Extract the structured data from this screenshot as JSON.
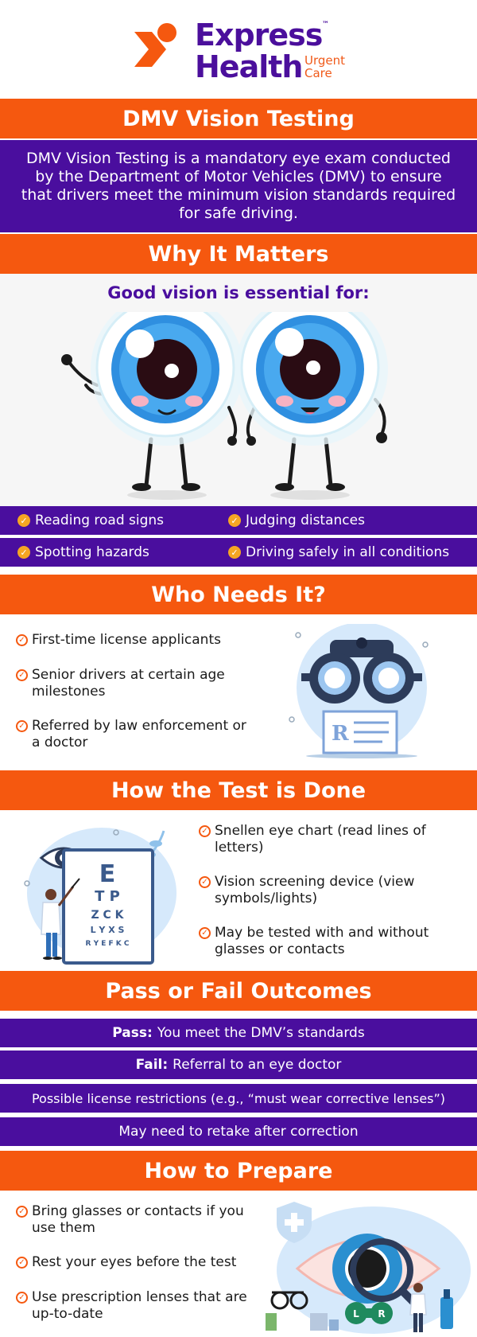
{
  "brand": {
    "name_line1": "Express",
    "name_line2": "Health",
    "tagline_line1": "Urgent",
    "tagline_line2": "Care",
    "trademark": "™",
    "colors": {
      "orange": "#f5580f",
      "purple": "#4a0e9e"
    }
  },
  "header": {
    "title": "DMV Vision Testing"
  },
  "intro": {
    "text": "DMV Vision Testing is a mandatory eye exam conducted by the Department of Motor Vehicles (DMV) to ensure that drivers meet the minimum vision standards required for safe driving."
  },
  "why": {
    "title": "Why It Matters",
    "subtitle": "Good vision is essential for:",
    "items": [
      "Reading road signs",
      "Judging distances",
      "Spotting hazards",
      "Driving safely in all conditions"
    ]
  },
  "who": {
    "title": "Who Needs It?",
    "items": [
      "First-time license applicants",
      "Senior drivers at certain age milestones",
      "Referred by law enforcement or a doctor"
    ]
  },
  "how": {
    "title": "How the Test is Done",
    "items": [
      "Snellen eye chart (read lines of letters)",
      "Vision screening device (view symbols/lights)",
      "May be tested with and without glasses or contacts"
    ],
    "chart_letters": [
      "E",
      "T P",
      "Z C K",
      "L Y X S",
      "R Y E F K C"
    ]
  },
  "outcomes": {
    "title": "Pass or Fail Outcomes",
    "pass_label": "Pass:",
    "pass_text": "You meet the DMV’s standards",
    "fail_label": "Fail:",
    "fail_text": "Referral to an eye doctor",
    "restrictions": "Possible license restrictions (e.g., “must wear corrective lenses”)",
    "retake": "May need to retake after correction"
  },
  "prepare": {
    "title": "How to Prepare",
    "items": [
      "Bring glasses or contacts if you use them",
      "Rest your eyes before the test",
      "Use prescription lenses that are up-to-date"
    ],
    "lens_labels": [
      "L",
      "R"
    ]
  },
  "icons": [
    "logo-mark",
    "check-icon",
    "eye-character-icon",
    "phoropter-icon",
    "rx-card-icon",
    "eye-chart-icon",
    "doctor-icon",
    "magnifier-eye-icon",
    "shield-cross-icon",
    "contact-lens-case-icon",
    "eyedrop-icon"
  ]
}
